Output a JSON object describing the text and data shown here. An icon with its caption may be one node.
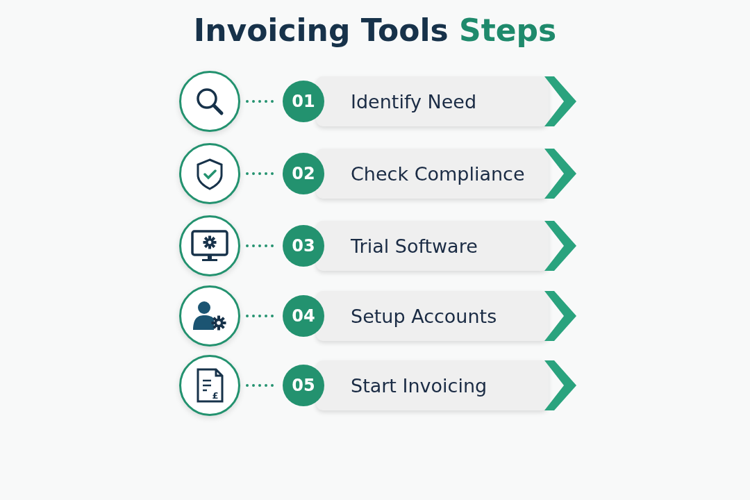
{
  "diagram": {
    "title": "Invoicing Tools Steps",
    "nodes": [
      {
        "text": [],
        "shape": "circle"
      },
      {
        "text": [
          "01"
        ]
      },
      {
        "text": [
          "Identify Need"
        ]
      },
      {
        "text": [],
        "shape": "circle"
      },
      {
        "text": [
          "02"
        ]
      },
      {
        "text": [
          "Check Compliance"
        ]
      },
      {
        "text": [],
        "shape": "circle"
      },
      {
        "text": [
          "03"
        ]
      },
      {
        "text": [
          "Trial Software"
        ]
      },
      {
        "text": [],
        "shape": "circle"
      },
      {
        "text": [
          "04"
        ]
      },
      {
        "text": [
          "Setup Accounts"
        ]
      },
      {
        "text": [],
        "shape": "circle"
      },
      {
        "text": [
          "05"
        ]
      },
      {
        "text": [
          "Start Invoicing"
        ]
      }
    ],
    "edges": [
      {
        "from": 0,
        "to": 1,
        "arrow": "none",
        "style": "dashed"
      },
      {
        "from": 3,
        "to": 4,
        "arrow": "none",
        "style": "dashed"
      },
      {
        "from": 6,
        "to": 7,
        "arrow": "none",
        "style": "dashed"
      },
      {
        "from": 9,
        "to": 10,
        "arrow": "none",
        "style": "dashed"
      },
      {
        "from": 12,
        "to": 13,
        "arrow": "none",
        "style": "dashed"
      }
    ],
    "labels": [
      "£"
    ]
  }
}
